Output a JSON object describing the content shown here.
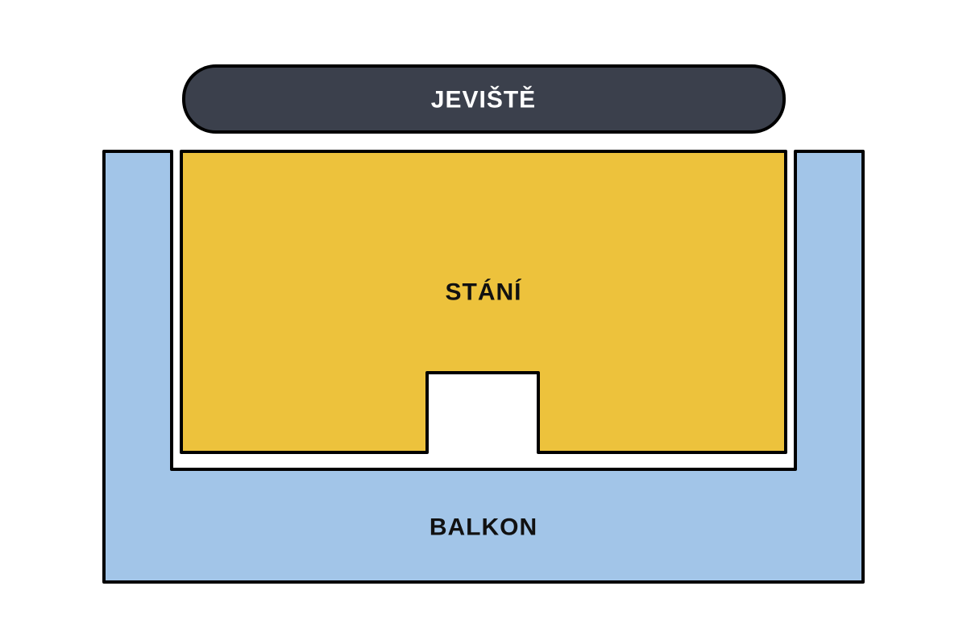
{
  "map": {
    "title": "venue-seating-plan",
    "outline_color": "#000000",
    "background_color": "#ffffff",
    "stage": {
      "label": "JEVIŠTĚ",
      "fill": "#3B404C",
      "text_color": "#ffffff"
    },
    "standing": {
      "label": "STÁNÍ",
      "fill": "#EDC23C",
      "text_color": "#111111"
    },
    "balcony": {
      "label": "BALKON",
      "fill": "#A2C5E8",
      "text_color": "#111111"
    }
  }
}
